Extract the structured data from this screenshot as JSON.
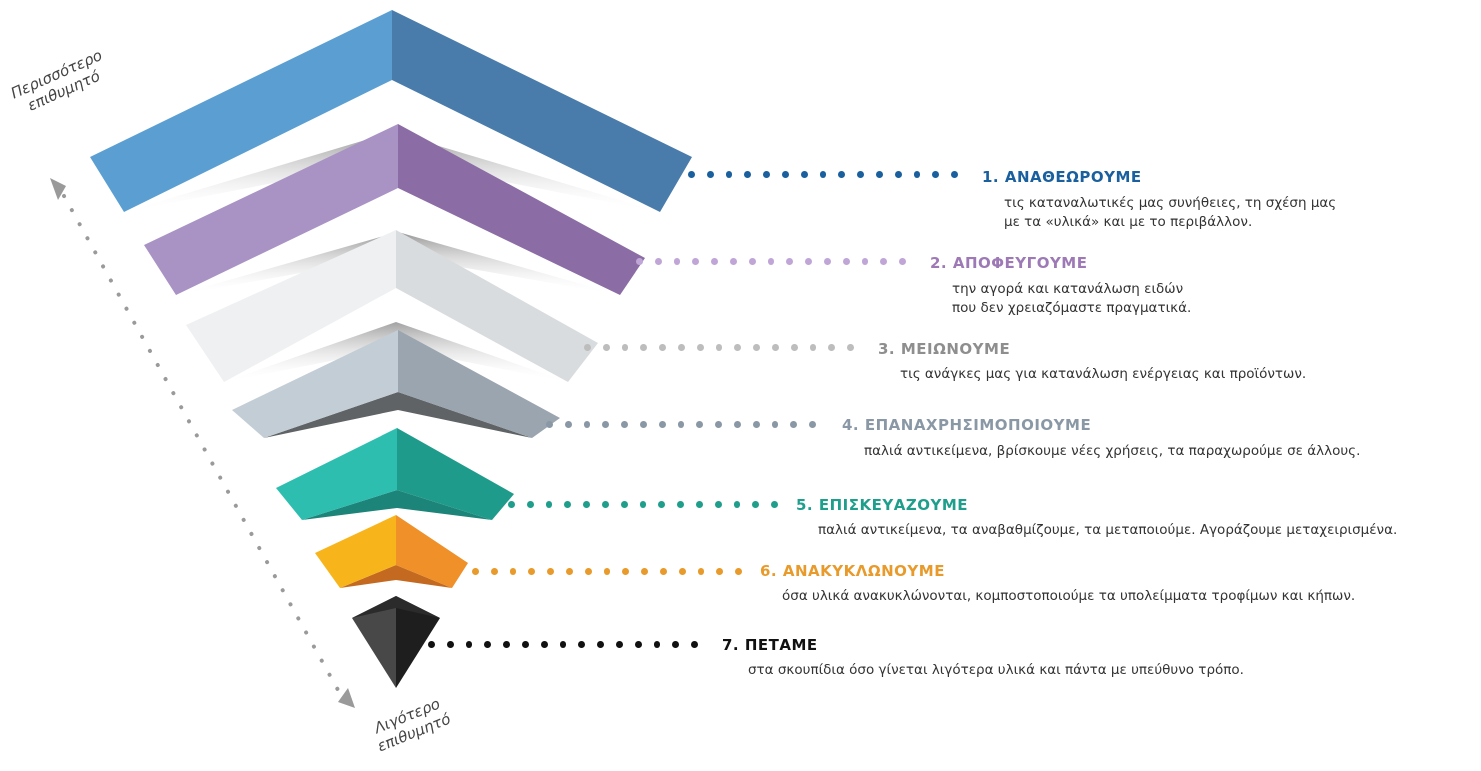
{
  "axis": {
    "top_label_line1": "Περισσότερο",
    "top_label_line2": "επιθυμητό",
    "bottom_label_line1": "Λιγότερο",
    "bottom_label_line2": "επιθυμητό"
  },
  "steps": [
    {
      "title": "1. ΑΝΑΘΕΩΡΟΥΜΕ",
      "desc1": "τις καταναλωτικές μας συνήθειες, τη σχέση μας",
      "desc2": "με τα «υλικά» και με το περιβάλλον.",
      "color": "#1a5f9e",
      "light": "#5b9bd0",
      "dark": "#4a7aaa"
    },
    {
      "title": "2. ΑΠΟΦΕΥΓΟΥΜΕ",
      "desc1": "την αγορά και κατανάλωση ειδών",
      "desc2": "που δεν χρειαζόμαστε πραγματικά.",
      "color": "#9d7ab6",
      "light": "#a991c2",
      "dark": "#8a6aa3"
    },
    {
      "title": "3. ΜΕΙΩΝΟΥΜΕ",
      "desc1": "τις ανάγκες μας για κατανάλωση ενέργειας και προϊόντων.",
      "desc2": "",
      "color": "#8e8e8e",
      "light": "#eceeef",
      "dark": "#d6d8da"
    },
    {
      "title": "4. ΕΠΑΝΑΧΡΗΣΙΜΟΠΟΙΟΥΜΕ",
      "desc1": "παλιά αντικείμενα, βρίσκουμε νέες χρήσεις, τα παραχωρούμε σε άλλους.",
      "desc2": "",
      "color": "#8a98a6",
      "light": "#c2ccd4",
      "dark": "#9aa4ad"
    },
    {
      "title": "5. ΕΠΙΣΚΕΥΑΖΟΥΜΕ",
      "desc1": "παλιά αντικείμενα, τα αναβαθμίζουμε, τα μεταποιούμε. Αγοράζουμε μεταχειρισμένα.",
      "desc2": "",
      "color": "#1f9e8c",
      "light": "#2dbdae",
      "dark": "#1f9a8a"
    },
    {
      "title": "6. ΑΝΑΚΥΚΛΩΝΟΥΜΕ",
      "desc1": "όσα υλικά ανακυκλώνονται, κομποστοποιούμε τα υπολείμματα τροφίμων και κήπων.",
      "desc2": "",
      "color": "#e89a2a",
      "light": "#f7b21a",
      "dark": "#ef8f28"
    },
    {
      "title": "7. ΠΕΤΑΜΕ",
      "desc1": "στα σκουπίδια όσο γίνεται λιγότερα υλικά και πάντα με υπεύθυνο τρόπο.",
      "desc2": "",
      "color": "#111111",
      "light": "#4a4a4a",
      "dark": "#2a2a2a"
    }
  ]
}
